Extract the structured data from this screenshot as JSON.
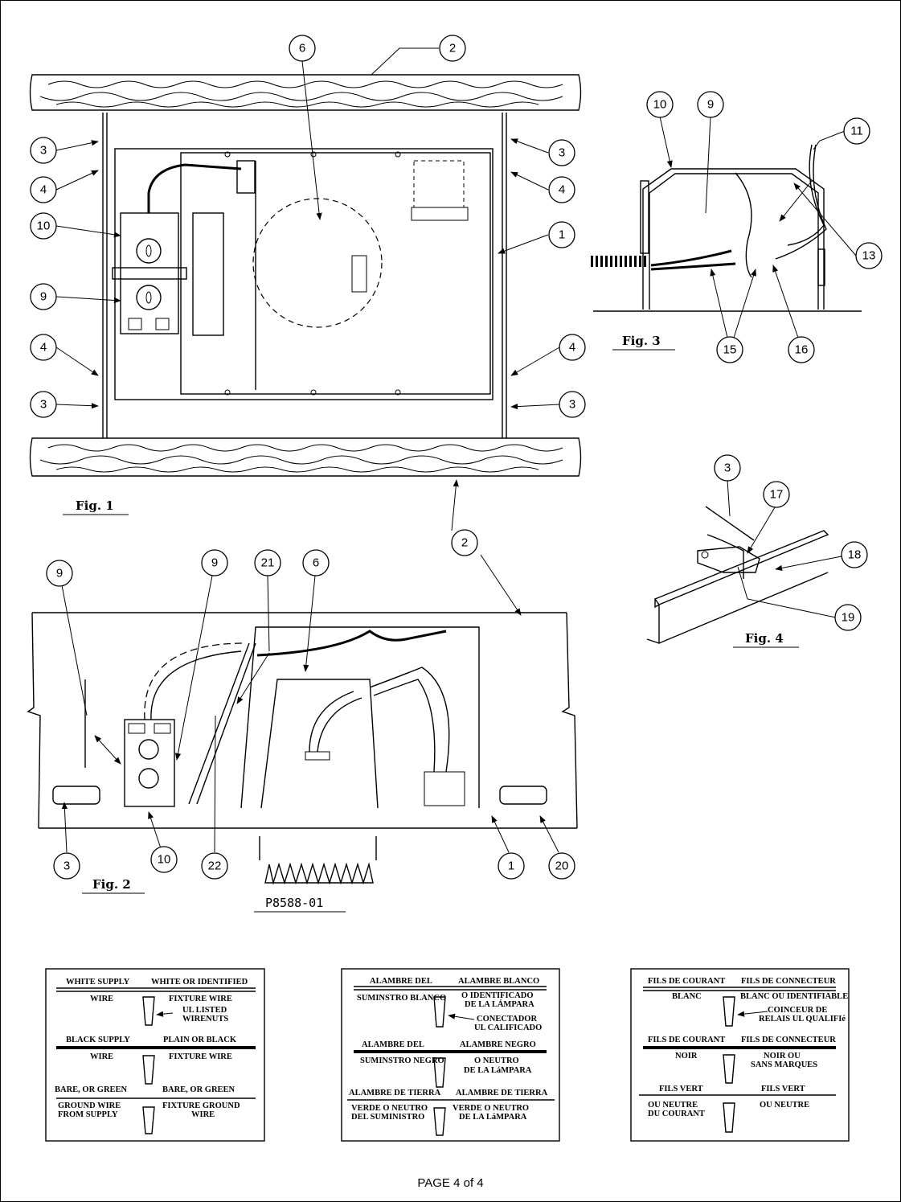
{
  "figures": {
    "fig1": "Fig. 1",
    "fig2": "Fig. 2",
    "fig3": "Fig. 3",
    "fig4": "Fig. 4"
  },
  "part_number": "P8588-01",
  "footer": "PAGE 4 of 4",
  "callouts": {
    "f1_6": "6",
    "f1_2": "2",
    "f1_3a": "3",
    "f1_3b": "3",
    "f1_3c": "3",
    "f1_3d": "3",
    "f1_4a": "4",
    "f1_4b": "4",
    "f1_4c": "4",
    "f1_4d": "4",
    "f1_10": "10",
    "f1_9": "9",
    "f1_1": "1",
    "f3_10": "10",
    "f3_9": "9",
    "f3_11": "11",
    "f3_13": "13",
    "f3_15": "15",
    "f3_16": "16",
    "f4_3": "3",
    "f4_17": "17",
    "f4_18": "18",
    "f4_19": "19",
    "f2_2": "2",
    "f2_9a": "9",
    "f2_9b": "9",
    "f2_21": "21",
    "f2_6": "6",
    "f2_3": "3",
    "f2_10": "10",
    "f2_22": "22",
    "f2_1": "1",
    "f2_20": "20"
  },
  "wiring_english": {
    "white_supply": "WHITE SUPPLY",
    "white_or_identified": "WHITE OR IDENTIFIED",
    "wire1": "WIRE",
    "fixture_wire1": "FIXTURE WIRE",
    "ul_listed": "UL LISTED",
    "wirenuts": "WIRENUTS",
    "black_supply": "BLACK SUPPLY",
    "plain_or_black": "PLAIN OR BLACK",
    "wire2": "WIRE",
    "fixture_wire2": "FIXTURE WIRE",
    "bare_green1": "BARE, OR GREEN",
    "bare_green2": "BARE, OR GREEN",
    "ground_wire": "GROUND WIRE",
    "from_supply": "FROM SUPPLY",
    "fixture_ground": "FIXTURE GROUND",
    "wire3": "WIRE"
  },
  "wiring_spanish": {
    "alambre_del1": "ALAMBRE DEL",
    "alambre_blanco": "ALAMBRE BLANCO",
    "suministro_blanco": "SUMINSTRO BLANCO",
    "o_identificado": "O IDENTIFICADO",
    "de_la_lampara1": "DE LA LÁMPARA",
    "conectador": "CONECTADOR",
    "ul_calificado": "UL CALIFICADO",
    "alambre_del2": "ALAMBRE DEL",
    "alambre_negro": "ALAMBRE NEGRO",
    "suministro_negro": "SUMINSTRO NEGRO",
    "o_neutro": "O NEUTRO",
    "de_la_lampara2": "DE LA LáMPARA",
    "alambre_tierra1": "ALAMBRE DE TIERRA",
    "alambre_tierra2": "ALAMBRE DE TIERRA",
    "verde_neutro1": "VERDE O NEUTRO",
    "del_suministro": "DEL SUMINISTRO",
    "verde_neutro2": "VERDE O NEUTRO",
    "de_la_lampara3": "DE LA LáMPARA"
  },
  "wiring_french": {
    "fils_courant1": "FILS DE COURANT",
    "fils_connecteur1": "FILS DE CONNECTEUR",
    "blanc": "BLANC",
    "blanc_ou": "BLANC OU IDENTIFIABLE",
    "coinceur": "COINCEUR DE",
    "relais": "RELAIS UL QUALIFIé",
    "fils_courant2": "FILS DE COURANT",
    "fils_connecteur2": "FILS DE CONNECTEUR",
    "noir": "NOIR",
    "noir_ou": "NOIR OU",
    "sans_marques": "SANS MARQUES",
    "fils_vert1": "FILS VERT",
    "fils_vert2": "FILS VERT",
    "ou_neutre1": "OU NEUTRE",
    "du_courant": "DU COURANT",
    "ou_neutre2": "OU NEUTRE"
  }
}
